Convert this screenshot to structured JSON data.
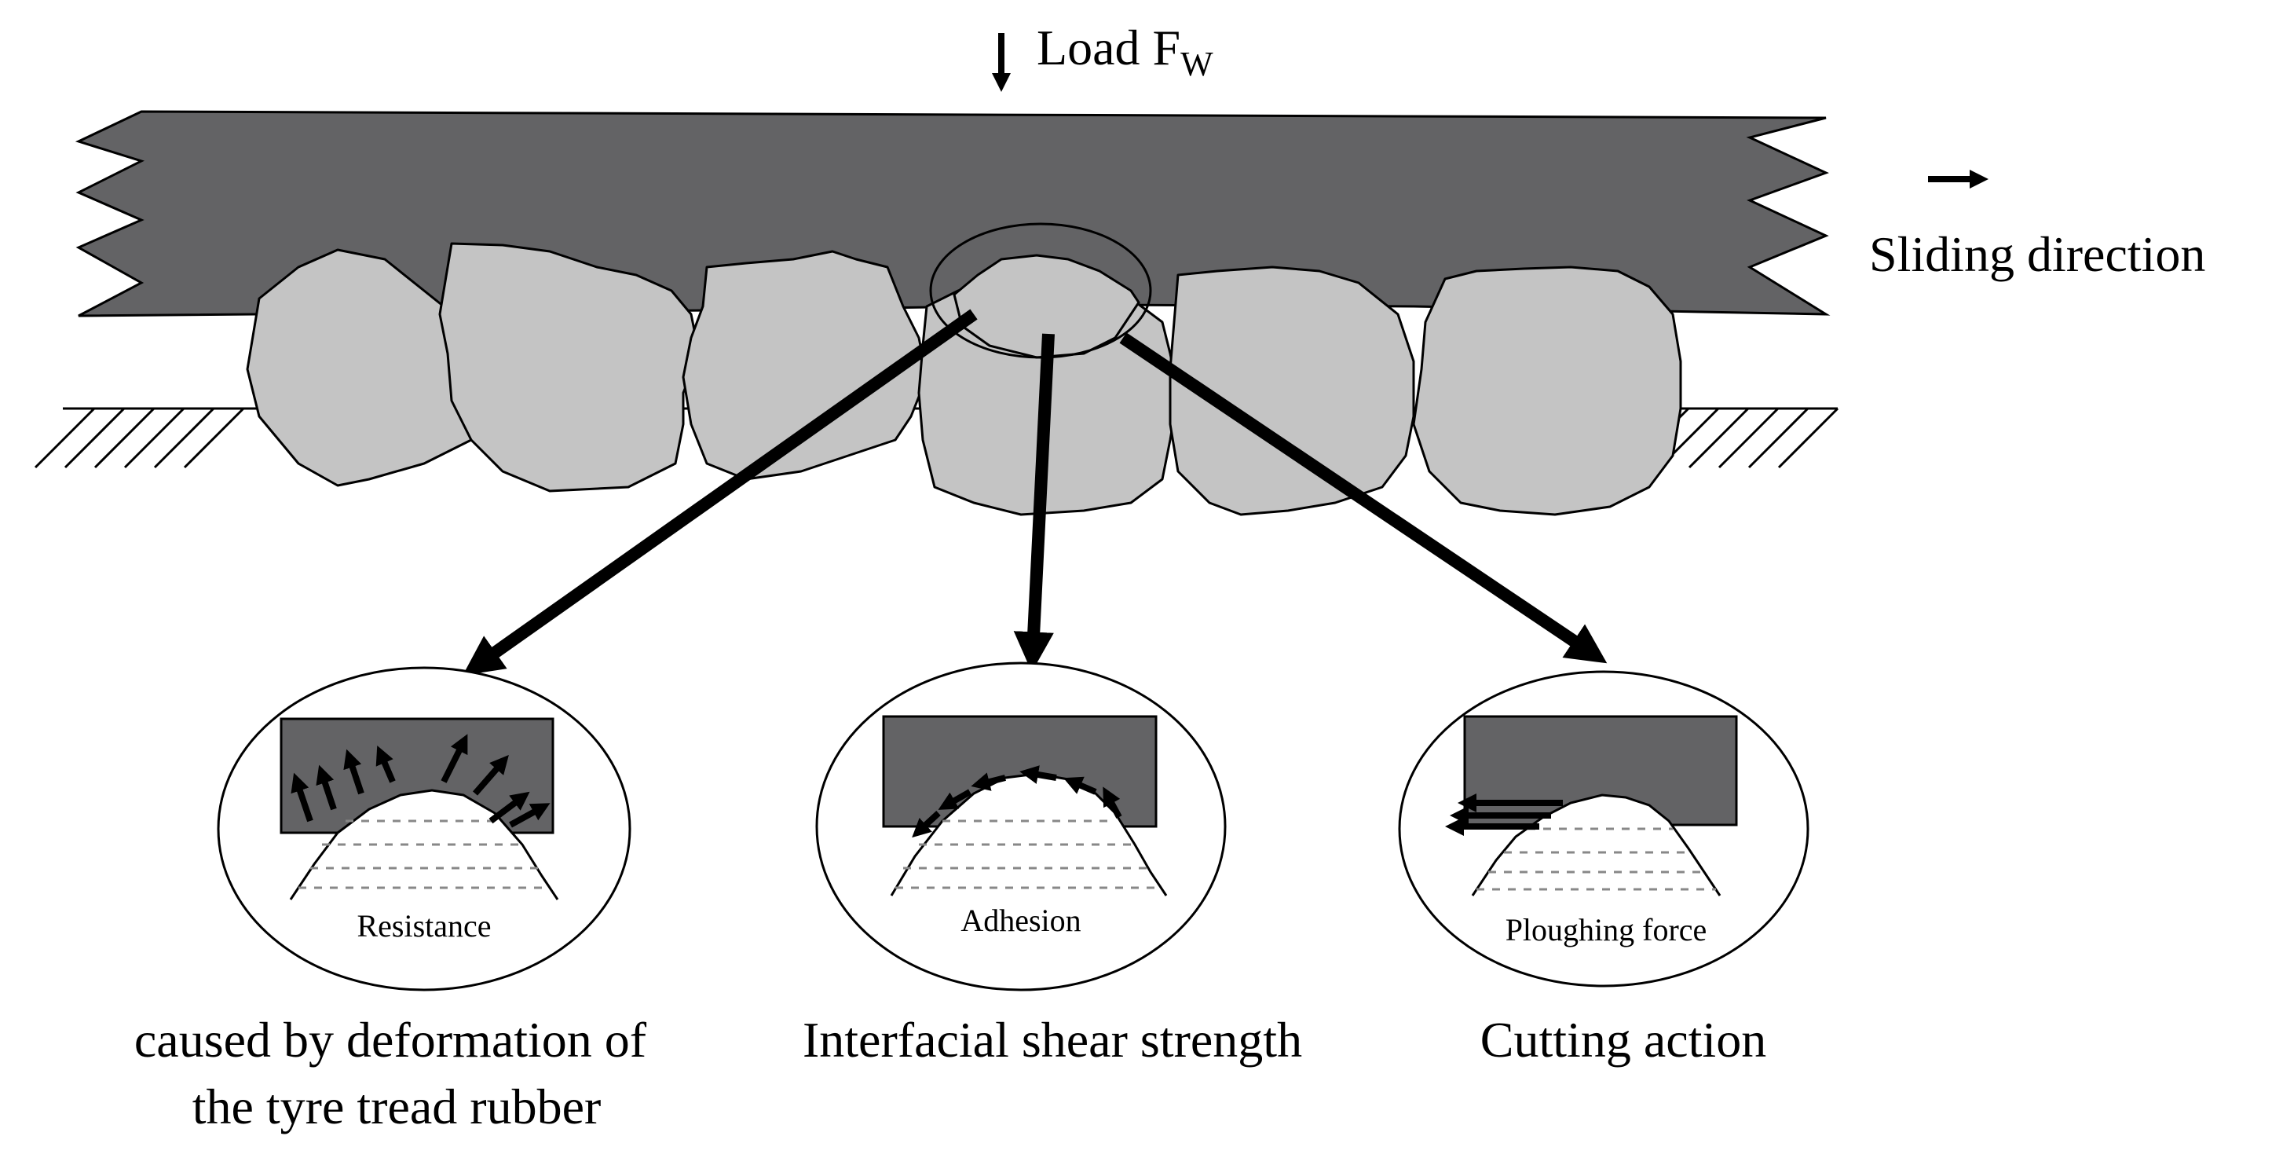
{
  "top_label": {
    "load_text": "Load F",
    "load_subscript": "W"
  },
  "side_label": {
    "sliding": "Sliding direction"
  },
  "details": [
    {
      "inner": "Resistance",
      "caption": [
        "caused by deformation of",
        "the tyre tread rubber"
      ]
    },
    {
      "inner": "Adhesion",
      "caption": [
        "Interfacial shear strength"
      ]
    },
    {
      "inner": "Ploughing force",
      "caption": [
        "Cutting action"
      ]
    }
  ],
  "colors": {
    "rubber": "#636365",
    "aggregate": "#c4c4c4",
    "ink": "#000000"
  }
}
